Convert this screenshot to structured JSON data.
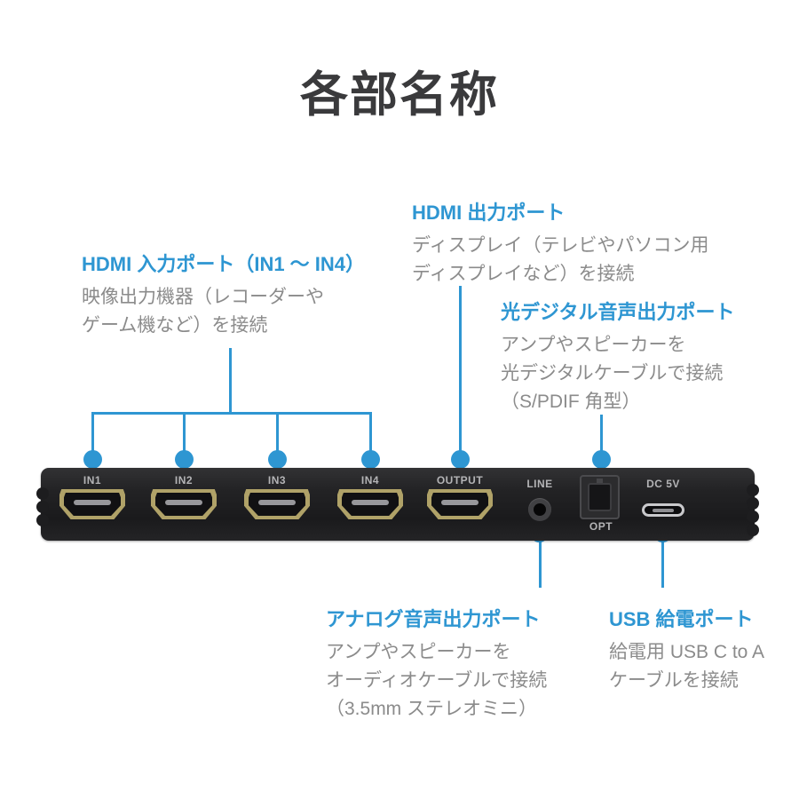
{
  "title": "各部名称",
  "colors": {
    "accent": "#2e96d2",
    "heading_color": "#3a3a3c",
    "body_text": "#8b8b8b",
    "port_label": "#b4b4b6",
    "port_gold": "#b0a268"
  },
  "callouts": {
    "hdmi_in": {
      "heading": "HDMI 入力ポート（IN1 ～ IN4）",
      "lines": [
        "映像出力機器（レコーダーや",
        "ゲーム機など）を接続"
      ]
    },
    "hdmi_out": {
      "heading": "HDMI 出力ポート",
      "lines": [
        "ディスプレイ（テレビやパソコン用",
        "ディスプレイなど）を接続"
      ]
    },
    "optical": {
      "heading": "光デジタル音声出力ポート",
      "lines": [
        "アンプやスピーカーを",
        "光デジタルケーブルで接続",
        "（S/PDIF 角型）"
      ]
    },
    "analog": {
      "heading": "アナログ音声出力ポート",
      "lines": [
        "アンプやスピーカーを",
        "オーディオケーブルで接続",
        "（3.5mm ステレオミニ）"
      ]
    },
    "usb": {
      "heading": "USB 給電ポート",
      "lines": [
        "給電用 USB C to A",
        "ケーブルを接続"
      ]
    }
  },
  "device": {
    "ports": {
      "in1": "IN1",
      "in2": "IN2",
      "in3": "IN3",
      "in4": "IN4",
      "output": "OUTPUT",
      "line": "LINE",
      "opt": "OPT",
      "dc": "DC 5V"
    }
  }
}
